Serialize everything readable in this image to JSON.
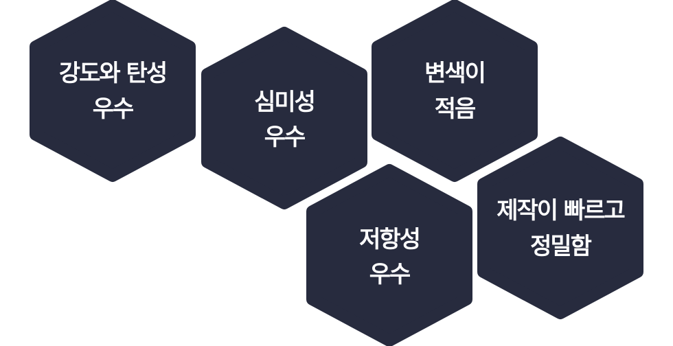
{
  "colors": {
    "hexagon_fill": "#272b3e",
    "text": "#ffffff",
    "background": "#ffffff"
  },
  "features": [
    {
      "id": "strength",
      "line1": "강도와 탄성",
      "line2": "우수"
    },
    {
      "id": "aesthetic",
      "line1": "심미성",
      "line2": "우수"
    },
    {
      "id": "discoloration",
      "line1": "변색이",
      "line2": "적음"
    },
    {
      "id": "resistance",
      "line1": "저항성",
      "line2": "우수"
    },
    {
      "id": "precision",
      "line1": "제작이 빠르고",
      "line2": "정밀함"
    }
  ]
}
